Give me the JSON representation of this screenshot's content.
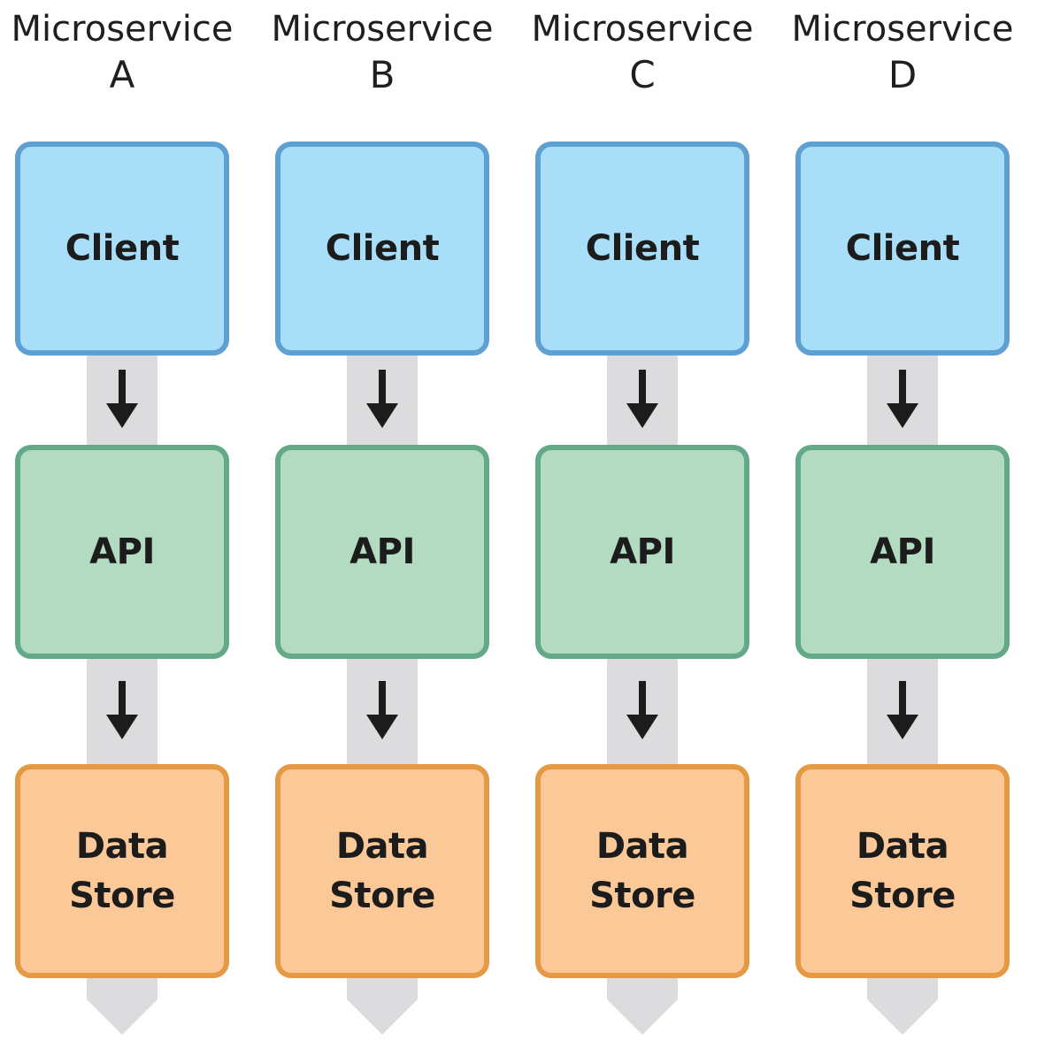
{
  "microservices": [
    {
      "title": "Microservice",
      "letter": "A",
      "client": "Client",
      "api": "API",
      "store_line1": "Data",
      "store_line2": "Store"
    },
    {
      "title": "Microservice",
      "letter": "B",
      "client": "Client",
      "api": "API",
      "store_line1": "Data",
      "store_line2": "Store"
    },
    {
      "title": "Microservice",
      "letter": "C",
      "client": "Client",
      "api": "API",
      "store_line1": "Data",
      "store_line2": "Store"
    },
    {
      "title": "Microservice",
      "letter": "D",
      "client": "Client",
      "api": "API",
      "store_line1": "Data",
      "store_line2": "Store"
    }
  ],
  "colors": {
    "client_fill": "#a9def8",
    "client_border": "#5ea0d1",
    "api_fill": "#b2dbc1",
    "api_border": "#63a987",
    "store_fill": "#fbc898",
    "store_border": "#e59944",
    "pipe": "#dcdcde",
    "arrow": "#1c1c1c"
  }
}
